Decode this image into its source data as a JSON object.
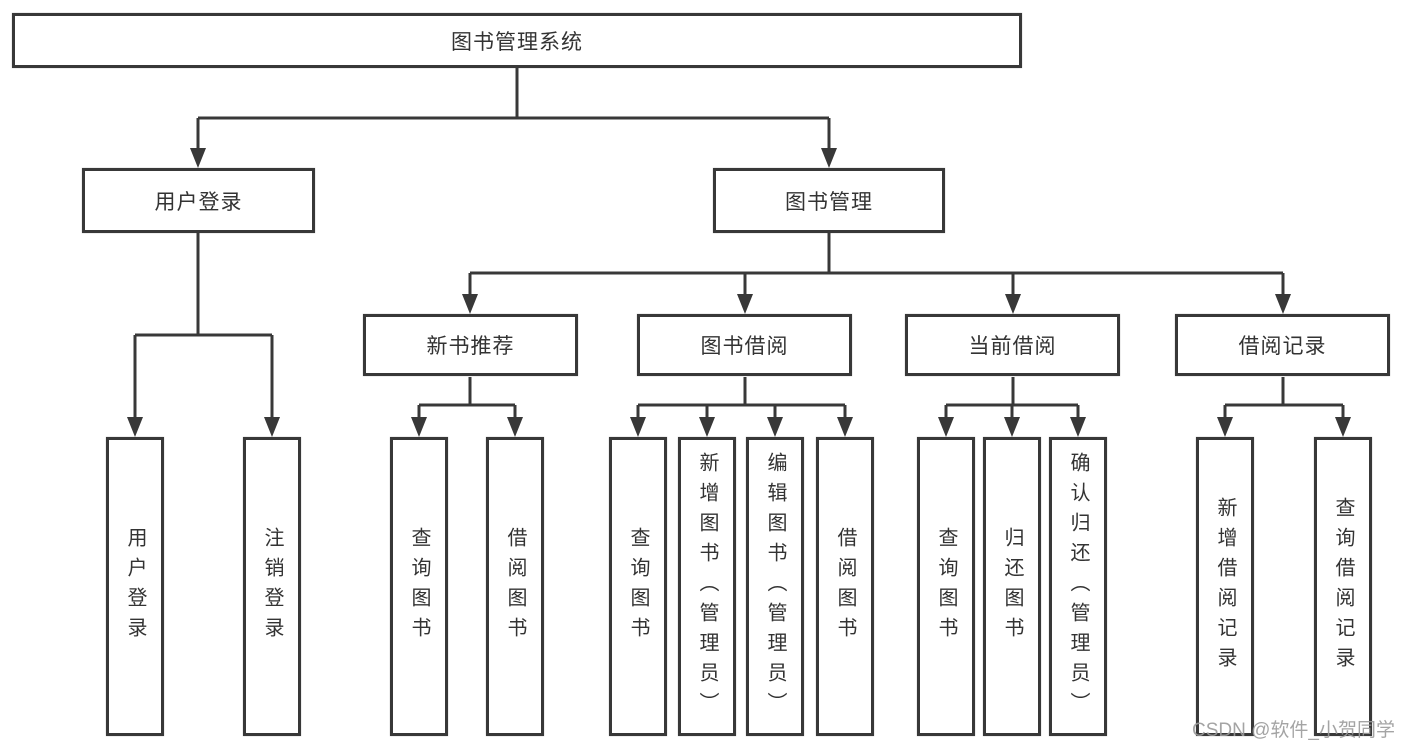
{
  "diagram": {
    "tree": {
      "label": "图书管理系统",
      "children": [
        {
          "label": "用户登录",
          "children": [
            {
              "label": "用户登录"
            },
            {
              "label": "注销登录"
            }
          ]
        },
        {
          "label": "图书管理",
          "children": [
            {
              "label": "新书推荐",
              "children": [
                {
                  "label": "查询图书"
                },
                {
                  "label": "借阅图书"
                }
              ]
            },
            {
              "label": "图书借阅",
              "children": [
                {
                  "label": "查询图书"
                },
                {
                  "label": "新增图书（管理员）"
                },
                {
                  "label": "编辑图书（管理员）"
                },
                {
                  "label": "借阅图书"
                }
              ]
            },
            {
              "label": "当前借阅",
              "children": [
                {
                  "label": "查询图书"
                },
                {
                  "label": "归还图书"
                },
                {
                  "label": "确认归还（管理员）"
                }
              ]
            },
            {
              "label": "借阅记录",
              "children": [
                {
                  "label": "新增借阅记录"
                },
                {
                  "label": "查询借阅记录"
                }
              ]
            }
          ]
        }
      ]
    },
    "watermark": "CSDN @软件_小贺同学",
    "colors": {
      "line": "#383838",
      "box_border": "#383838",
      "text": "#333333",
      "watermark": "#9b9b9b",
      "background": "#ffffff"
    }
  }
}
